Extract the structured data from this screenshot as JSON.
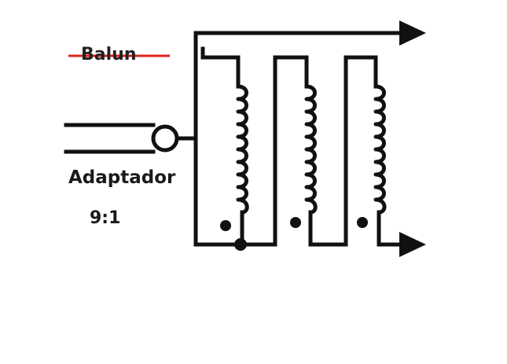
{
  "labels": {
    "balun": "Balun",
    "adaptador": "Adaptador",
    "ratio": "9:1"
  },
  "colors": {
    "ink": "#111111",
    "strikethrough": "#e0241b",
    "text": "#1a1a1a",
    "background": "#ffffff"
  },
  "components": {
    "coils": 3,
    "arrows": 2,
    "connector": "coax-input-circle",
    "dots": 3
  }
}
